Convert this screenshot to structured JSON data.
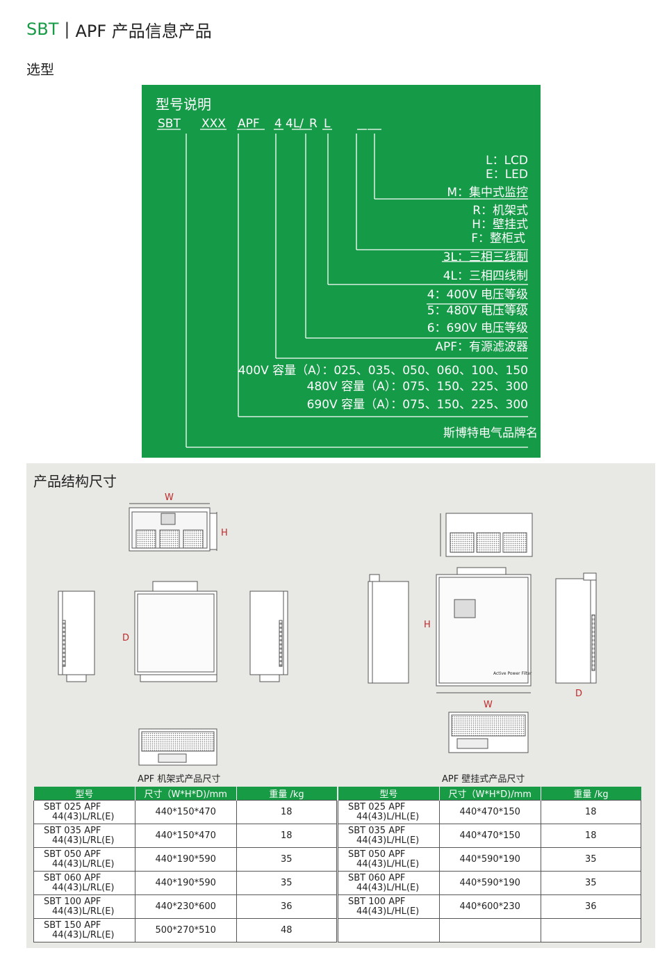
{
  "header": {
    "brand": "SBT",
    "separator": "|",
    "title": "APF 产品信息产品"
  },
  "section_select": "选型",
  "model_box": {
    "title": "型号说明",
    "codes": [
      "SBT",
      "XXX",
      "APF",
      "4",
      "4L/",
      "R",
      "L"
    ],
    "options": {
      "display": [
        "L：LCD",
        "E：LED"
      ],
      "monitor": "M：集中式监控",
      "mount": [
        "R：机架式",
        "H：壁挂式",
        "F：整柜式"
      ],
      "wire": [
        "3L：三相三线制",
        "4L：三相四线制"
      ],
      "voltage": [
        "4：400V 电压等级",
        "5：480V 电压等级",
        "6：690V 电压等级"
      ],
      "type": "APF：有源滤波器",
      "capacity": [
        "400V 容量（A）：025、035、050、060、100、150",
        "480V 容量（A）：075、150、225、300",
        "690V 容量（A）：075、150、225、300"
      ],
      "brand": "斯博特电气品牌名"
    }
  },
  "structure": {
    "title": "产品结构尺寸",
    "rack_caption": "APF 机架式产品尺寸",
    "wall_caption": "APF 壁挂式产品尺寸",
    "dim_labels": {
      "w": "W",
      "h": "H",
      "d": "D"
    },
    "panel_text": "Active Power Filter"
  },
  "colors": {
    "green": "#159a47",
    "panel": "#e8e9e4",
    "dim_red": "#c0282a"
  },
  "table_headers": [
    "型号",
    "尺寸（W*H*D)/mm",
    "重量 /kg"
  ],
  "rack_table": [
    {
      "m1": "SBT 025 APF",
      "m2": "44(43)L/RL(E)",
      "size": "440*150*470",
      "weight": "18"
    },
    {
      "m1": "SBT 035 APF",
      "m2": "44(43)L/RL(E)",
      "size": "440*150*470",
      "weight": "18"
    },
    {
      "m1": "SBT 050 APF",
      "m2": "44(43)L/RL(E)",
      "size": "440*190*590",
      "weight": "35"
    },
    {
      "m1": "SBT 060 APF",
      "m2": "44(43)L/RL(E)",
      "size": "440*190*590",
      "weight": "35"
    },
    {
      "m1": "SBT 100 APF",
      "m2": "44(43)L/RL(E)",
      "size": "440*230*600",
      "weight": "36"
    },
    {
      "m1": "SBT 150 APF",
      "m2": "44(43)L/RL(E)",
      "size": "500*270*510",
      "weight": "48"
    }
  ],
  "wall_table": [
    {
      "m1": "SBT 025 APF",
      "m2": "44(43)L/HL(E)",
      "size": "440*470*150",
      "weight": "18"
    },
    {
      "m1": "SBT 035 APF",
      "m2": "44(43)L/HL(E)",
      "size": "440*470*150",
      "weight": "18"
    },
    {
      "m1": "SBT 050 APF",
      "m2": "44(43)L/HL(E)",
      "size": "440*590*190",
      "weight": "35"
    },
    {
      "m1": "SBT 060 APF",
      "m2": "44(43)L/HL(E)",
      "size": "440*590*190",
      "weight": "35"
    },
    {
      "m1": "SBT 100 APF",
      "m2": "44(43)L/HL(E)",
      "size": "440*600*230",
      "weight": "36"
    },
    {
      "m1": "",
      "m2": "",
      "size": "",
      "weight": ""
    }
  ]
}
